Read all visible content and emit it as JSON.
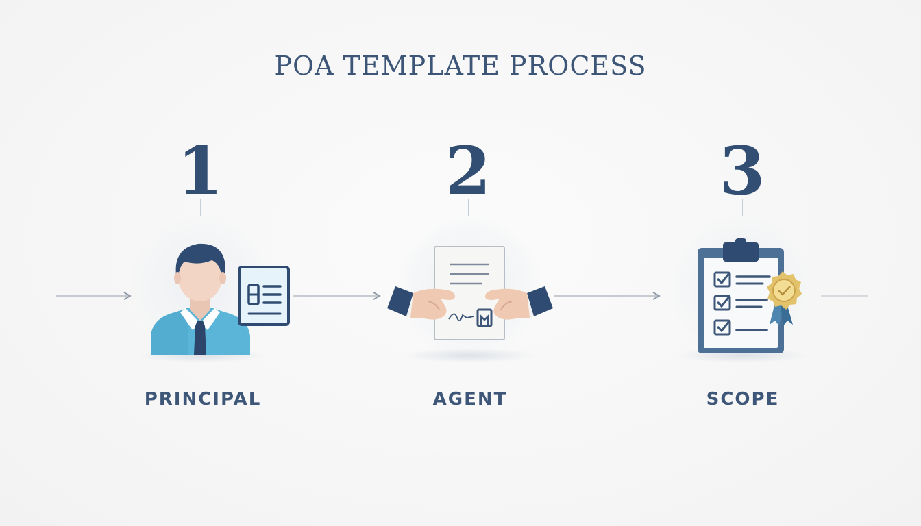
{
  "title": "POA TEMPLATE PROCESS",
  "steps": [
    {
      "number": "1",
      "label": "PRINCIPAL",
      "icon": "person-with-id-card-icon"
    },
    {
      "number": "2",
      "label": "AGENT",
      "icon": "handshake-document-icon"
    },
    {
      "number": "3",
      "label": "SCOPE",
      "icon": "clipboard-checklist-seal-icon"
    }
  ],
  "colors": {
    "navy": "#324e72",
    "slate": "#3e5677",
    "shirt": "#5bb5d8",
    "skin": "#f2d5c4",
    "gold": "#e3c26c"
  }
}
